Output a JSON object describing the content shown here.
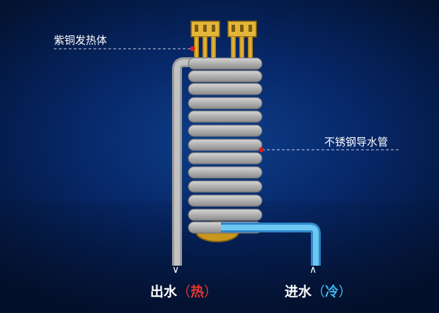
{
  "labels": {
    "copper_heater": "紫铜发热体",
    "steel_pipe": "不锈钢导水管"
  },
  "ports": {
    "outlet": {
      "text": "出水",
      "paren_open": "（",
      "temp": "热",
      "paren_close": "）",
      "arrow": "∨"
    },
    "inlet": {
      "text": "进水",
      "paren_open": "（",
      "temp": "冷",
      "paren_close": "）",
      "arrow": "∧"
    }
  },
  "colors": {
    "hot": "#e8362e",
    "cold": "#3fb8f0",
    "pipe": "#b4b4b4",
    "copper": "#d9a520",
    "marker": "#d42020"
  }
}
